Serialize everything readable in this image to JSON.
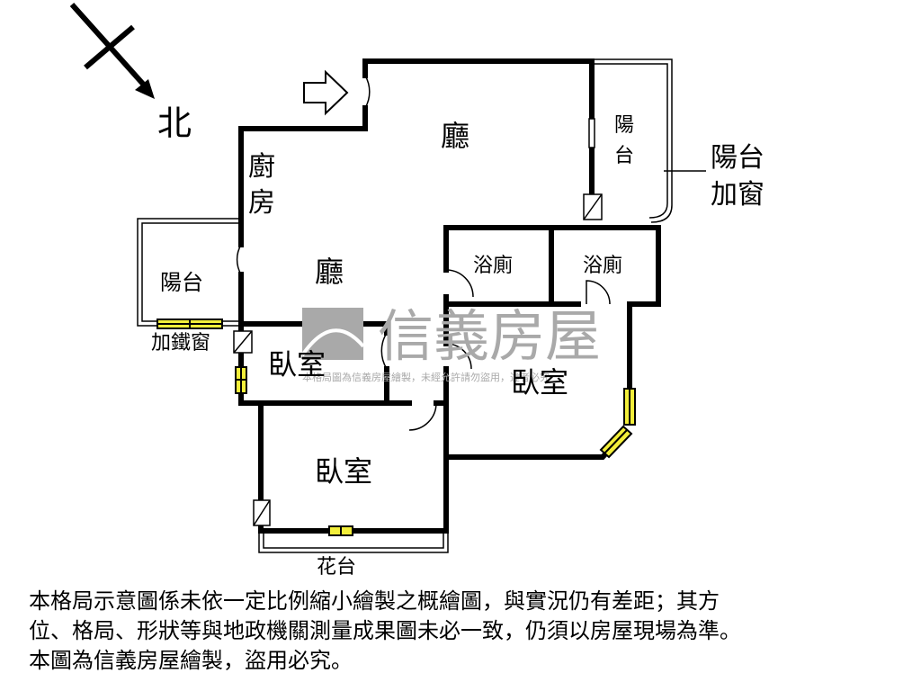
{
  "compass": {
    "north_label": "北"
  },
  "rooms": {
    "living_top": "廳",
    "kitchen": "廚房",
    "living_main": "廳",
    "balcony_right_small": "陽台",
    "balcony_window_label": "陽台加窗",
    "balcony_left": "陽台",
    "iron_window": "加鐵窗",
    "bath_1": "浴廁",
    "bath_2": "浴廁",
    "bedroom_1": "臥室",
    "bedroom_2": "臥室",
    "bedroom_3": "臥室",
    "flower_bed": "花台"
  },
  "watermark": {
    "brand": "信義房屋",
    "subtitle": "本格局圖為信義房屋繪製，未經允許請勿盜用，違者必究"
  },
  "disclaimer": {
    "line1": "本格局示意圖係未依一定比例縮小繪製之概繪圖，與實況仍有差距；其方",
    "line2": "位、格局、形狀等與地政機關測量成果圖未必一致，仍須以房屋現場為準。",
    "line3": "本圖為信義房屋繪製，盜用必究。"
  },
  "colors": {
    "wall": "#000000",
    "window": "#f2ee3a",
    "watermark": "#a9a9a9"
  }
}
